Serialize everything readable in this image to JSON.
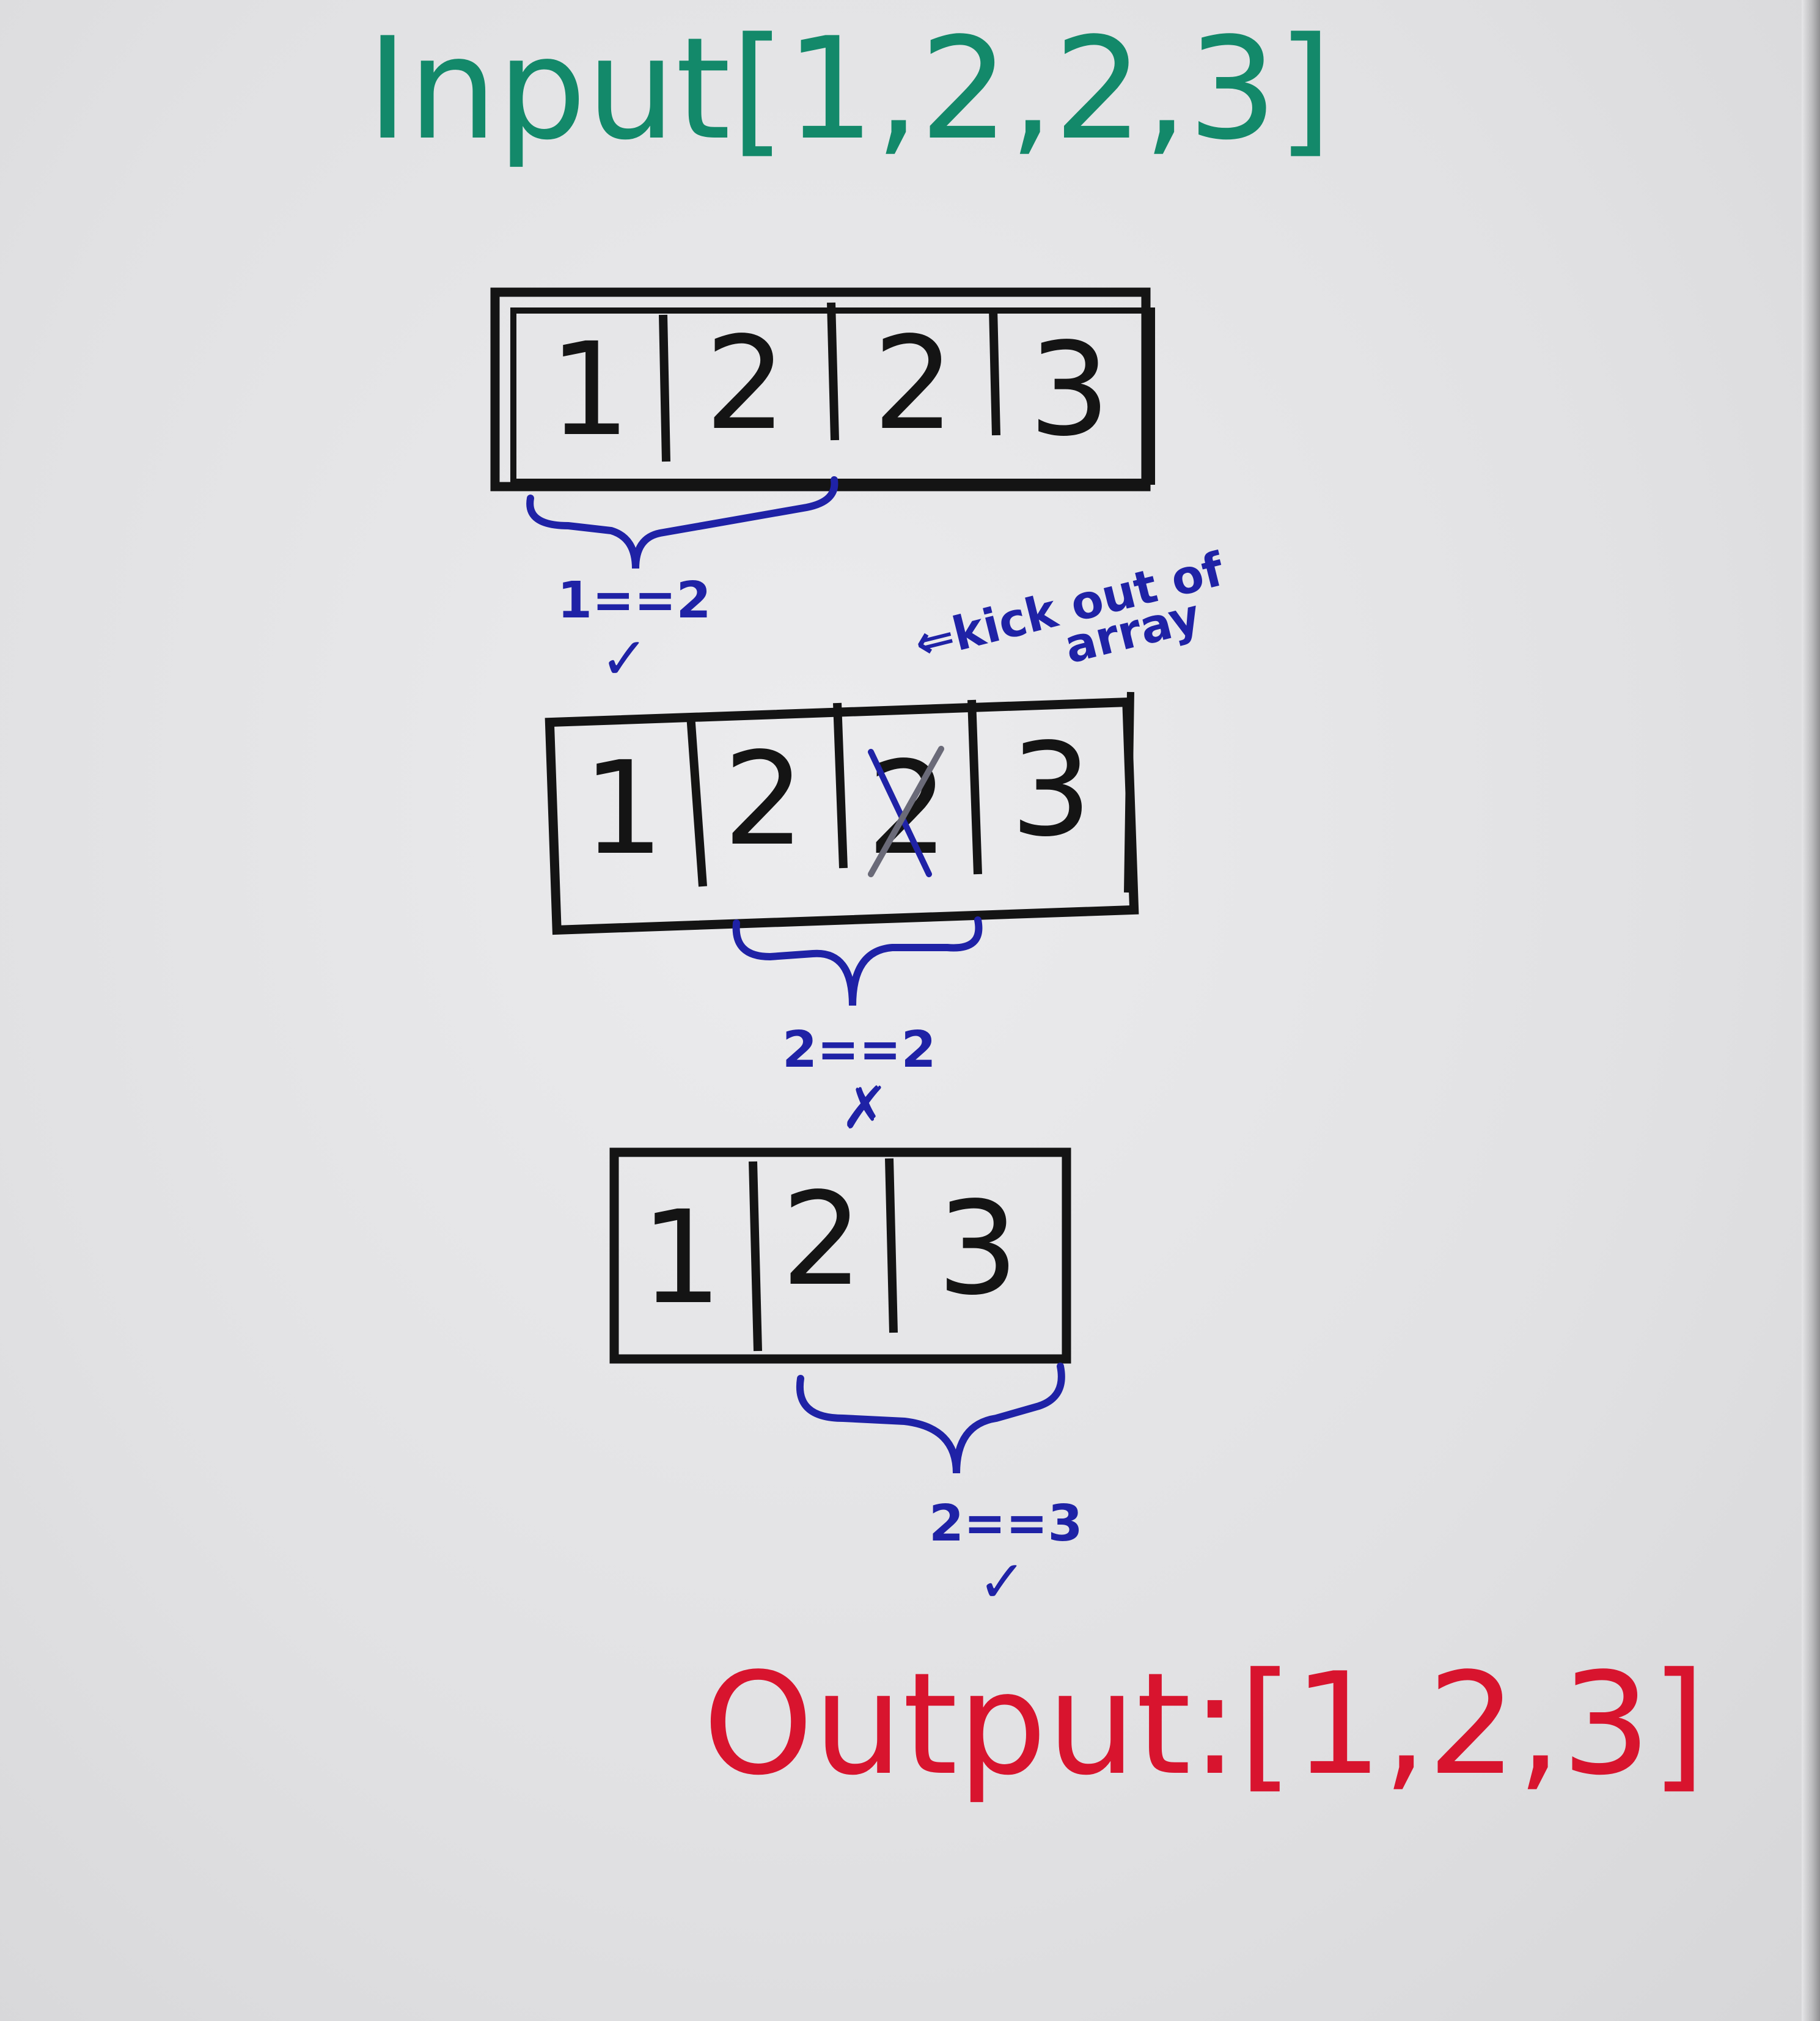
{
  "heading": {
    "text": "Input[1,2,2,3]",
    "color": "#13896a"
  },
  "arrays": [
    {
      "cells": [
        "1",
        "2",
        "2",
        "3"
      ]
    },
    {
      "cells": [
        "1",
        "2",
        "2",
        "3"
      ]
    },
    {
      "cells": [
        "1",
        "2",
        "3"
      ]
    }
  ],
  "comparisons": [
    {
      "text": "1==2",
      "mark": "✓"
    },
    {
      "text": "2==2",
      "mark": "✗"
    },
    {
      "text": "2==3",
      "mark": "✓"
    }
  ],
  "note": {
    "line1": "⇐kick out of",
    "line2": "array"
  },
  "output": {
    "text": "Output:[1,2,3]",
    "color": "#d8142e"
  },
  "colors": {
    "ink": "#141414",
    "blue": "#1f22a6",
    "board": "#e2e2e4"
  }
}
